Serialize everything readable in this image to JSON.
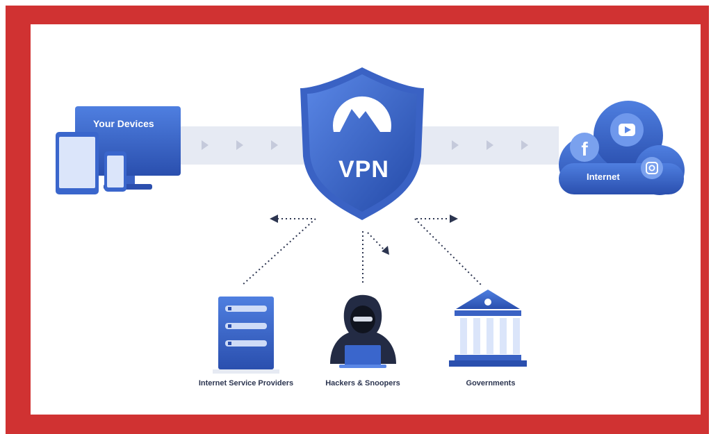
{
  "devices": {
    "label": "Your Devices"
  },
  "vpn": {
    "label": "VPN"
  },
  "internet": {
    "label": "Internet",
    "social_icons": [
      "facebook-icon",
      "youtube-icon",
      "instagram-icon"
    ]
  },
  "threats": [
    {
      "label": "Internet Service Providers",
      "icon": "server-icon"
    },
    {
      "label": "Hackers & Snoopers",
      "icon": "hacker-icon"
    },
    {
      "label": "Governments",
      "icon": "government-building-icon"
    }
  ],
  "colors": {
    "frame": "#d03232",
    "primary_blue": "#2e5bbf",
    "light_blue": "#4f7fe0",
    "tunnel": "#e6eaf3",
    "arrow": "#c5cadb",
    "dots": "#2c3550"
  }
}
